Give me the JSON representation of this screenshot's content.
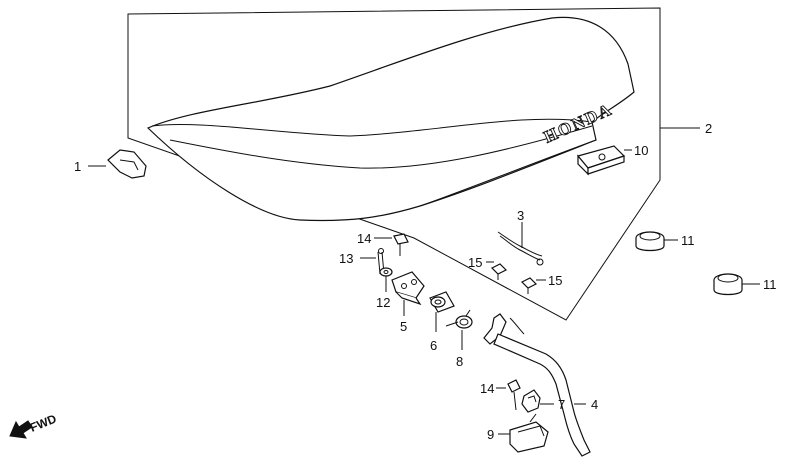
{
  "brand_text": "HONDA",
  "forward_indicator": "FWD",
  "callouts": {
    "c1": "1",
    "c2": "2",
    "c3": "3",
    "c4": "4",
    "c5": "5",
    "c6": "6",
    "c7": "7",
    "c8": "8",
    "c9": "9",
    "c10": "10",
    "c11a": "11",
    "c11b": "11",
    "c12": "12",
    "c13": "13",
    "c14a": "14",
    "c14b": "14",
    "c15a": "15",
    "c15b": "15"
  },
  "icons": {
    "forward": "arrow-left-down-icon"
  }
}
